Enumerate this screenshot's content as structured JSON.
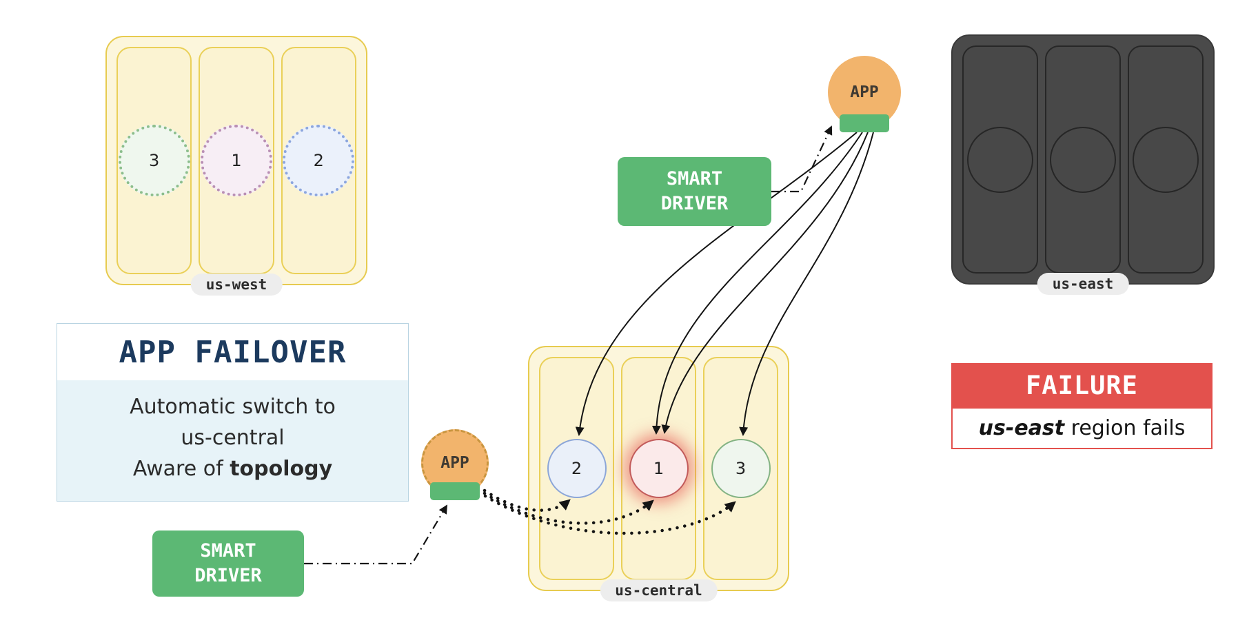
{
  "regions": {
    "us_west": {
      "label": "us-west",
      "nodes": [
        "3",
        "1",
        "2"
      ]
    },
    "us_central": {
      "label": "us-central",
      "nodes": [
        "2",
        "1",
        "3"
      ]
    },
    "us_east": {
      "label": "us-east"
    }
  },
  "app_top": {
    "label": "APP"
  },
  "app_bottom": {
    "label": "APP"
  },
  "driver_top": {
    "line1": "SMART",
    "line2": "DRIVER"
  },
  "driver_bottom": {
    "line1": "SMART",
    "line2": "DRIVER"
  },
  "failover_callout": {
    "title": "APP FAILOVER",
    "line1": "Automatic switch to",
    "line2": "us-central",
    "line3_prefix": "Aware of ",
    "line3_bold": "topology"
  },
  "failure_callout": {
    "title": "FAILURE",
    "subject": "us-east",
    "rest": " region fails"
  },
  "colors": {
    "region_yellow_bg": "#FCF6DC",
    "region_yellow_border": "#E7CB4F",
    "region_dark_bg": "#4A4A4A",
    "green": "#5CB874",
    "orange": "#F2B46C",
    "failure_red": "#E3514D",
    "title_navy": "#1C3A5E",
    "node_blue": "#8CA6D8",
    "node_red": "#C25B5B",
    "node_green": "#83B383",
    "node_purple": "#B98FB4",
    "glow_red": "rgba(228,77,73,0.55)"
  }
}
